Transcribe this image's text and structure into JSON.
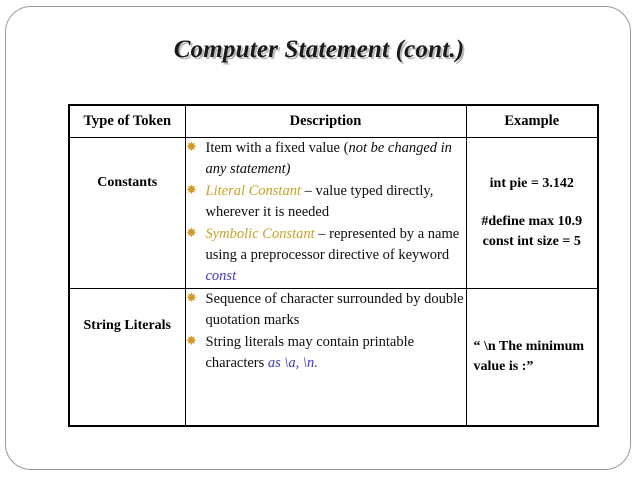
{
  "slide": {
    "title": "Computer Statement (cont.)",
    "background_color": "#ffffff",
    "frame_color": "#9a9a9e",
    "title_shadow_color": "#b9b9b9"
  },
  "colors": {
    "gold": "#c9a227",
    "blue": "#3b3bbd",
    "bullet": "#d39a2a",
    "border": "#000000"
  },
  "table": {
    "headers": {
      "type": "Type of Token",
      "description": "Description",
      "example": "Example"
    },
    "rows": [
      {
        "type": "Constants",
        "bullets": [
          {
            "parts": [
              {
                "text": "Item with a fixed value (",
                "style": "plain"
              },
              {
                "text": "not be changed in any  statement)",
                "style": "italic"
              }
            ]
          },
          {
            "parts": [
              {
                "text": "Literal Constant",
                "style": "gold-italic"
              },
              {
                "text": " – value typed directly, wherever it is needed",
                "style": "plain"
              }
            ]
          },
          {
            "parts": [
              {
                "text": "Symbolic Constant",
                "style": "gold-italic"
              },
              {
                "text": " – represented by a name using a preprocessor directive of keyword ",
                "style": "plain"
              },
              {
                "text": "const",
                "style": "blue-italic"
              }
            ]
          }
        ],
        "example_lines": [
          "int pie = 3.142",
          "#define max  10.9",
          "const int size = 5"
        ],
        "example_align": "center"
      },
      {
        "type": "String Literals",
        "bullets": [
          {
            "parts": [
              {
                "text": "Sequence of character surrounded by double quotation marks",
                "style": "plain"
              }
            ]
          },
          {
            "parts": [
              {
                "text": "String literals may contain printable characters  ",
                "style": "plain"
              },
              {
                "text": "as \\a, \\n.",
                "style": "blue-italic"
              }
            ]
          }
        ],
        "example_lines": [
          "“ \\n The minimum",
          "value  is :”"
        ],
        "example_align": "left"
      }
    ]
  },
  "icons": {
    "bullet_glyph": "✸"
  }
}
